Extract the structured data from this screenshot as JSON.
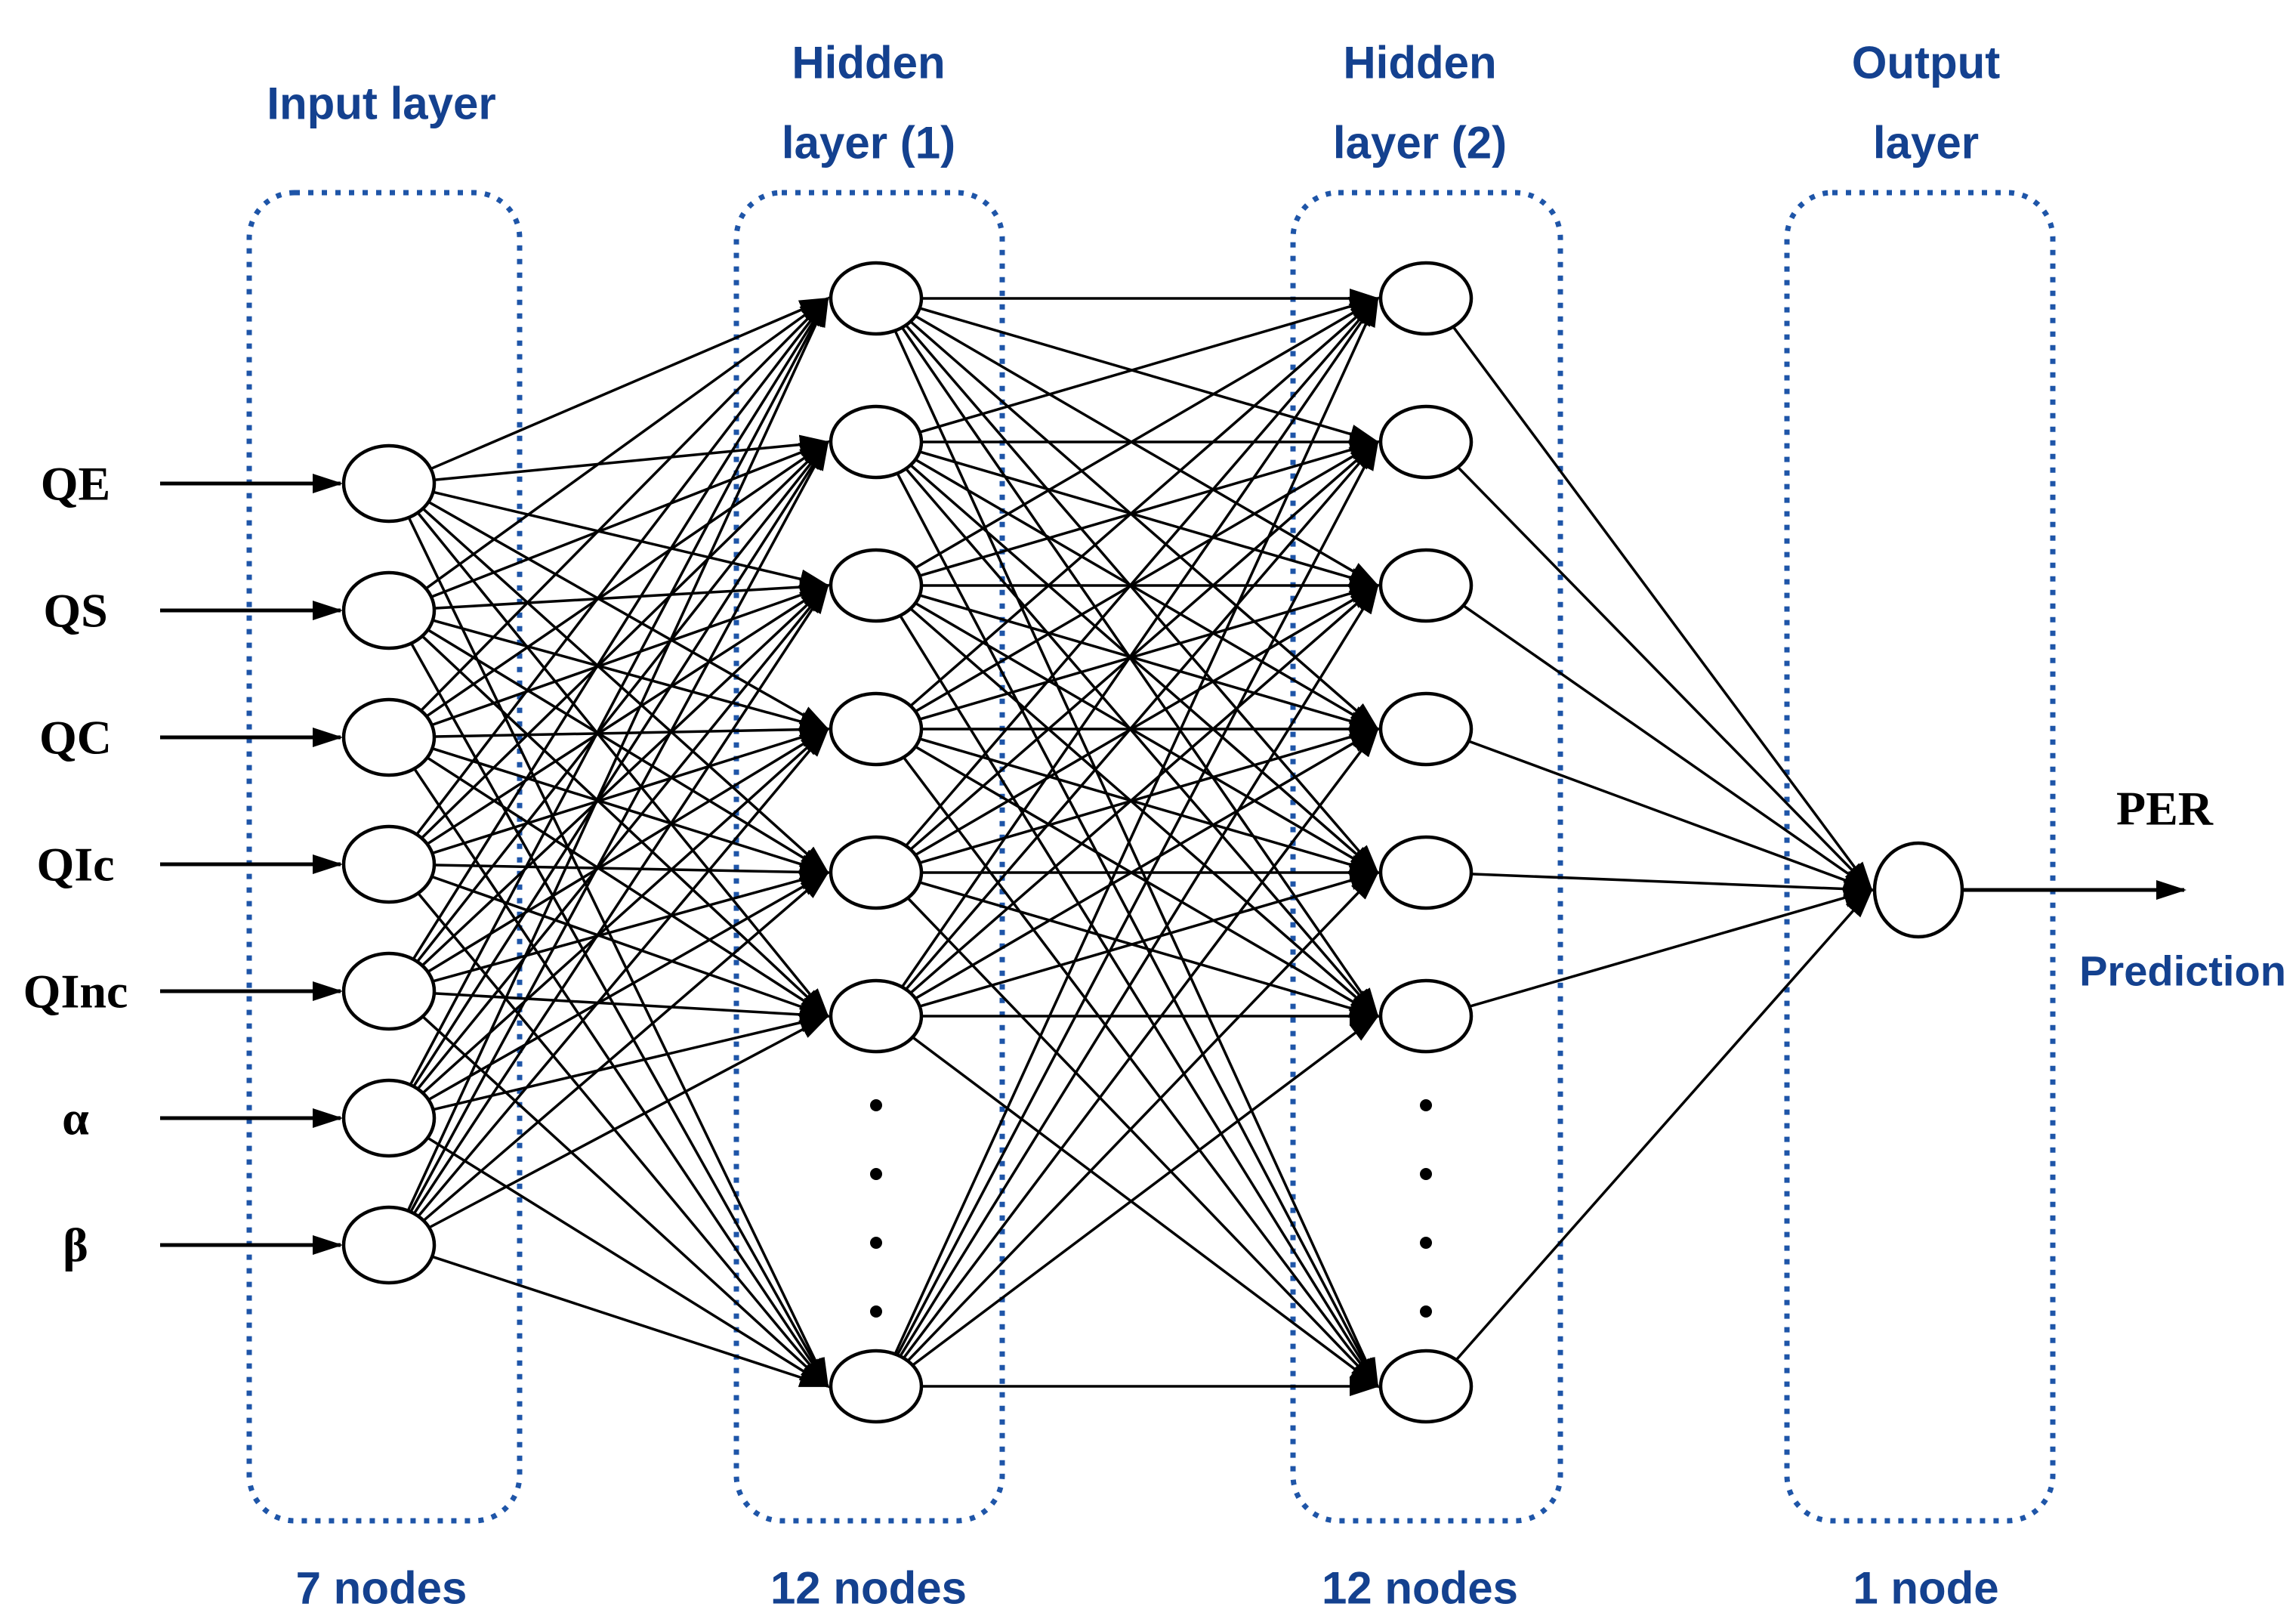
{
  "diagram": {
    "layers": [
      {
        "id": "input",
        "title_lines": [
          "Input layer"
        ],
        "count_label": "7 nodes",
        "node_labels": [
          "QE",
          "QS",
          "QC",
          "QIc",
          "QInc",
          "α",
          "β"
        ]
      },
      {
        "id": "hidden1",
        "title_lines": [
          "Hidden",
          "layer (1)"
        ],
        "count_label": "12 nodes"
      },
      {
        "id": "hidden2",
        "title_lines": [
          "Hidden",
          "layer (2)"
        ],
        "count_label": "12 nodes"
      },
      {
        "id": "output",
        "title_lines": [
          "Output",
          "layer"
        ],
        "count_label": "1 node"
      }
    ],
    "output_label_top": "PER",
    "output_label_bottom": "Prediction",
    "colors": {
      "accent_text": "#14418f",
      "box_border": "#1e55a8",
      "ink": "#000000"
    }
  }
}
